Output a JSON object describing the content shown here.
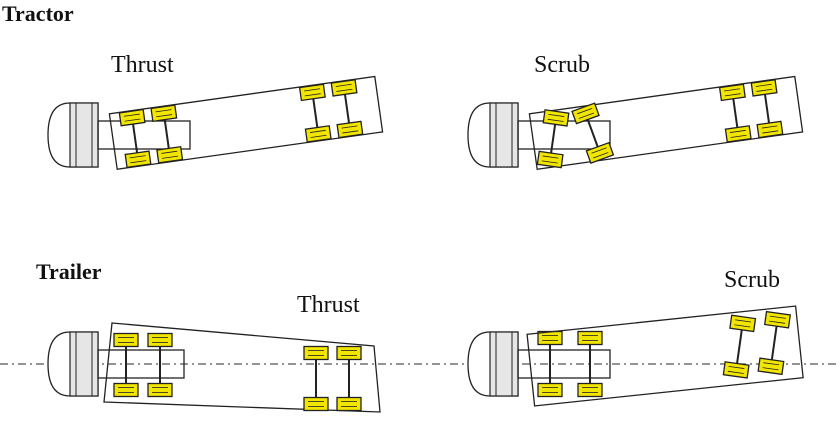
{
  "sections": [
    {
      "id": "tractor",
      "label": "Tractor"
    },
    {
      "id": "trailer",
      "label": "Trailer"
    }
  ],
  "diagrams": [
    {
      "id": "tractor-thrust",
      "label": "Thrust"
    },
    {
      "id": "tractor-scrub",
      "label": "Scrub"
    },
    {
      "id": "trailer-thrust",
      "label": "Thrust"
    },
    {
      "id": "trailer-scrub",
      "label": "Scrub"
    }
  ],
  "colors": {
    "tire_fill": "#f2e600",
    "outline": "#222222",
    "cab_fill": "#e6e6e6",
    "centerline": "#555555"
  }
}
